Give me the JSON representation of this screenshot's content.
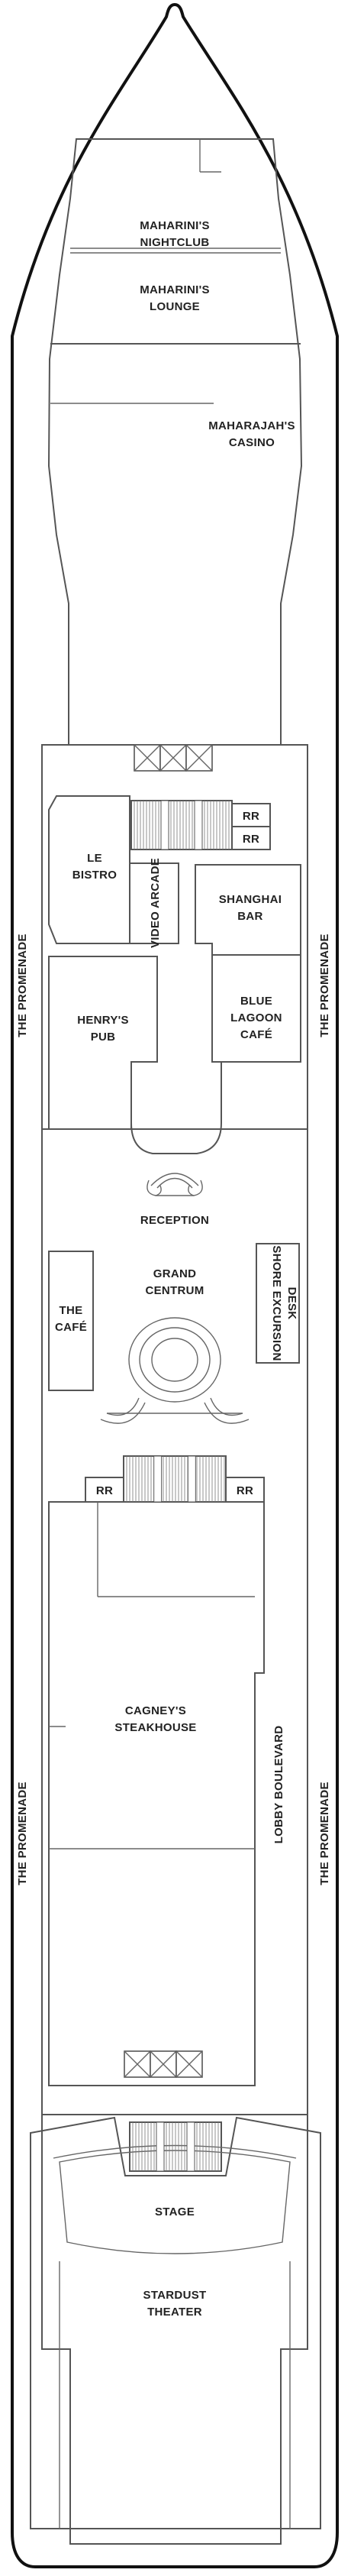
{
  "deck_plan": {
    "promenade_label": "THE PROMENADE",
    "rooms": {
      "nightclub": [
        "MAHARINI'S",
        "NIGHTCLUB"
      ],
      "lounge": [
        "MAHARINI'S",
        "LOUNGE"
      ],
      "casino": [
        "MAHARAJAH'S",
        "CASINO"
      ],
      "le_bistro": [
        "LE",
        "BISTRO"
      ],
      "video_arcade": "VIDEO ARCADE",
      "shanghai_bar": [
        "SHANGHAI",
        "BAR"
      ],
      "henrys_pub": [
        "HENRY'S",
        "PUB"
      ],
      "blue_lagoon": [
        "BLUE",
        "LAGOON",
        "CAFÉ"
      ],
      "reception": "RECEPTION",
      "grand_centrum": [
        "GRAND",
        "CENTRUM"
      ],
      "the_cafe": [
        "THE",
        "CAFÉ"
      ],
      "shore_excursion": [
        "SHORE EXCURSION",
        "DESK"
      ],
      "cagneys": [
        "CAGNEY'S",
        "STEAKHOUSE"
      ],
      "lobby_boulevard": "LOBBY BOULEVARD",
      "stage": "STAGE",
      "stardust": [
        "STARDUST",
        "THEATER"
      ]
    },
    "restroom_label": "RR"
  }
}
